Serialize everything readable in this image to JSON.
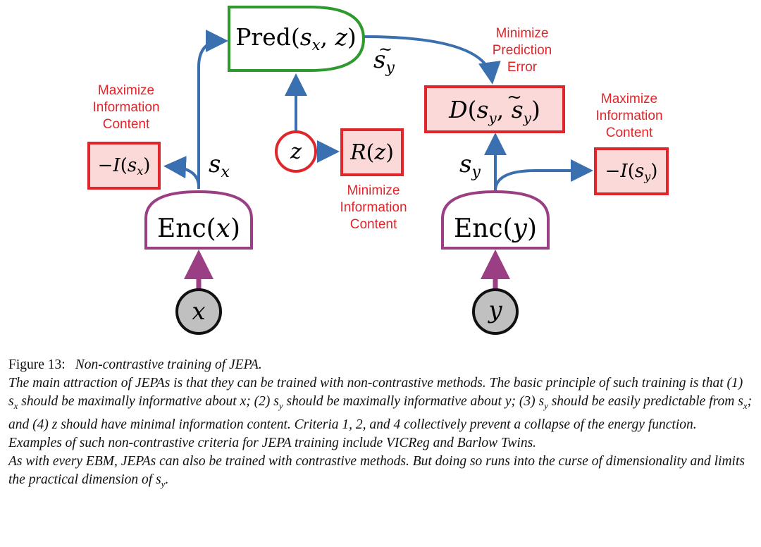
{
  "diagram": {
    "pred_box": "Pred(s_x, z)",
    "enc_x": "Enc(x)",
    "enc_y": "Enc(y)",
    "node_x": "x",
    "node_y": "y",
    "node_z": "z",
    "label_sx": "s_x",
    "label_sy": "s_y",
    "label_sy_tilde": "s̃_y",
    "cost_info_x": "−I(s_x)",
    "cost_info_y": "−I(s_y)",
    "cost_rz": "R(z)",
    "cost_d": "D(s_y, s̃_y)",
    "note_max_info_left": [
      "Maximize",
      "Information",
      "Content"
    ],
    "note_max_info_right": [
      "Maximize",
      "Information",
      "Content"
    ],
    "note_min_info": [
      "Minimize",
      "Information",
      "Content"
    ],
    "note_min_pred": [
      "Minimize",
      "Prediction",
      "Error"
    ],
    "colors": {
      "arrow_blue": "#3a6fb0",
      "encoder_purple": "#9b3f84",
      "predictor_green": "#2e9a2e",
      "cost_red": "#e0262b",
      "cost_fill": "#fcd9d9",
      "node_grey": "#c0c0c0"
    }
  },
  "caption": {
    "figure_label": "Figure 13:",
    "figure_title": "Non-contrastive training of JEPA.",
    "para1": "The main attraction of JEPAs is that they can be trained with non-contrastive methods. The basic principle of such training is that (1) s_x should be maximally informative about x; (2) s_y should be maximally informative about y; (3) s_y should be easily predictable from s_x; and (4) z should have minimal information content. Criteria 1, 2, and 4 collectively prevent a collapse of the energy function.",
    "para2": "Examples of such non-contrastive criteria for JEPA training include VICReg and Barlow Twins.",
    "para3": "As with every EBM, JEPAs can also be trained with contrastive methods. But doing so runs into the curse of dimensionality and limits the practical dimension of s_y."
  }
}
